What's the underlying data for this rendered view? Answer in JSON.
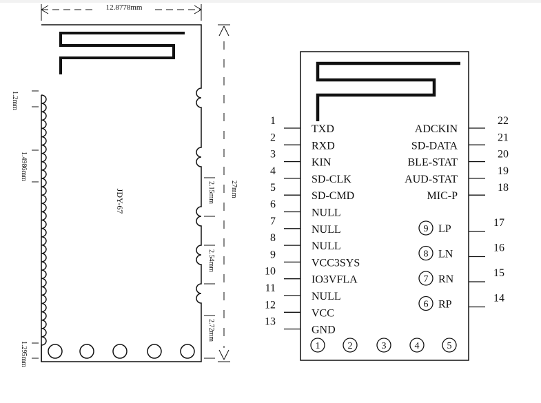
{
  "left_drawing": {
    "module_label": "JDY-67",
    "dims": {
      "width": "12.8778mm",
      "height": "27mm",
      "left_pitch": "1.2mm",
      "left_pitch2": "1.4986mm",
      "bottom_offset": "1.295mm",
      "right_1": "2.15mm",
      "right_2": "2.54mm",
      "right_3": "2.72mm"
    }
  },
  "right_drawing": {
    "left_pins": [
      {
        "num": "1",
        "label": "TXD"
      },
      {
        "num": "2",
        "label": "RXD"
      },
      {
        "num": "3",
        "label": "KIN"
      },
      {
        "num": "4",
        "label": "SD-CLK"
      },
      {
        "num": "5",
        "label": "SD-CMD"
      },
      {
        "num": "6",
        "label": "NULL"
      },
      {
        "num": "7",
        "label": "NULL"
      },
      {
        "num": "8",
        "label": "NULL"
      },
      {
        "num": "9",
        "label": "VCC3SYS"
      },
      {
        "num": "10",
        "label": "IO3VFLA"
      },
      {
        "num": "11",
        "label": "NULL"
      },
      {
        "num": "12",
        "label": "VCC"
      },
      {
        "num": "13",
        "label": "GND"
      }
    ],
    "right_pins": [
      {
        "num": "22",
        "label": "ADCKIN"
      },
      {
        "num": "21",
        "label": "SD-DATA"
      },
      {
        "num": "20",
        "label": "BLE-STAT"
      },
      {
        "num": "19",
        "label": "AUD-STAT"
      },
      {
        "num": "18",
        "label": "MIC-P"
      }
    ],
    "circle_pins": [
      {
        "circle": "9",
        "label": "LP",
        "num": "17"
      },
      {
        "circle": "8",
        "label": "LN",
        "num": "16"
      },
      {
        "circle": "7",
        "label": "RN",
        "num": "15"
      },
      {
        "circle": "6",
        "label": "RP",
        "num": "14"
      }
    ],
    "bottom_pads": [
      "1",
      "2",
      "3",
      "4",
      "5"
    ]
  }
}
